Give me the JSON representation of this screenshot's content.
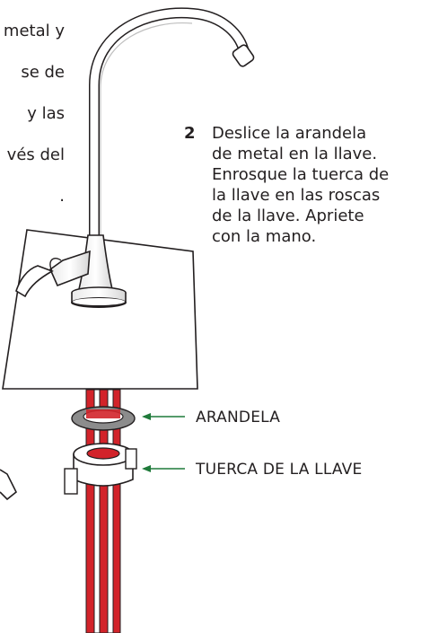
{
  "step1_fragment": {
    "lines": [
      "metal y",
      "se de",
      "y las",
      "vés del",
      "."
    ]
  },
  "step2": {
    "number": "2",
    "text": "Deslice la arandela\nde metal en la llave.\nEnrosque la tuerca de\nla llave en las roscas\nde la llave. Apriete\ncon la mano."
  },
  "labels": {
    "washer": "ARANDELA",
    "nut": "TUERCA DE LA LLAVE"
  },
  "colors": {
    "arrow": "#1f7a3a",
    "tube_red": "#d2232a",
    "outline": "#231f20"
  }
}
